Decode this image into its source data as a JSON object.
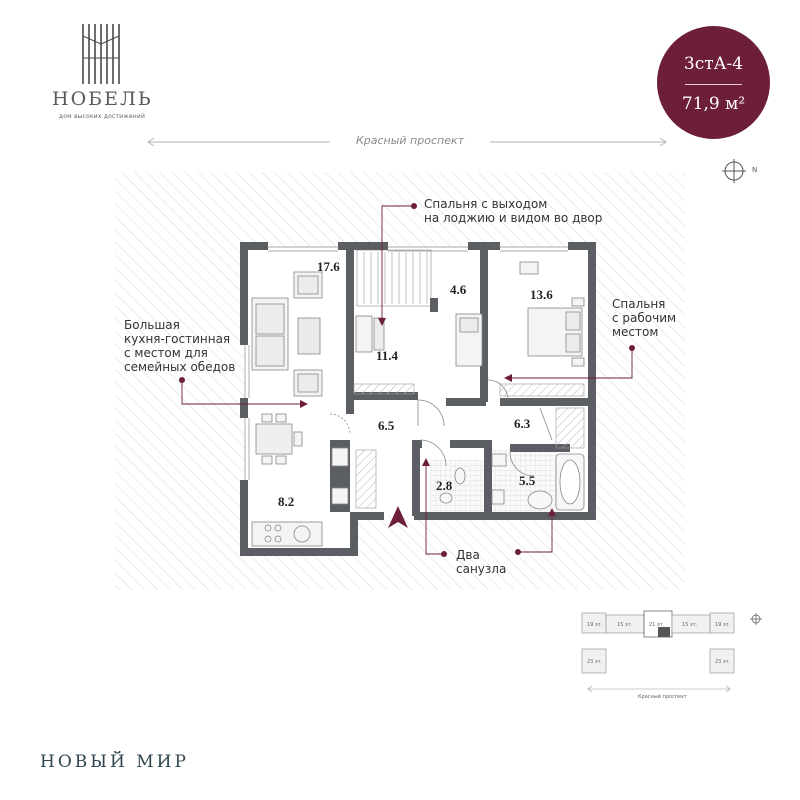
{
  "brand": {
    "name": "НОБЕЛЬ",
    "tagline": "дом высоких достижений"
  },
  "apartment": {
    "type": "3стА-4",
    "area": "71,9 м²"
  },
  "street": "Красный проспект",
  "compass_label": "N",
  "rooms": [
    {
      "id": "living",
      "area": "17.6"
    },
    {
      "id": "balcony",
      "area": "4.6"
    },
    {
      "id": "bedroom-center",
      "area": "11.4"
    },
    {
      "id": "bedroom-right",
      "area": "13.6"
    },
    {
      "id": "hall",
      "area": "6.5"
    },
    {
      "id": "corridor",
      "area": "6.3"
    },
    {
      "id": "wc",
      "area": "2.8"
    },
    {
      "id": "bathroom",
      "area": "5.5"
    },
    {
      "id": "kitchen",
      "area": "8.2"
    }
  ],
  "callouts": {
    "bedroom_loggia": [
      "Спальня с выходом",
      "на лоджию и видом во двор"
    ],
    "bedroom_work": [
      "Спальня",
      "с рабочим",
      "местом"
    ],
    "living_room": [
      "Большая",
      "кухня-гостинная",
      "с местом для",
      "семейных обедов"
    ],
    "bathrooms": [
      "Два",
      "санузла"
    ]
  },
  "keyplan": {
    "street": "Красный проспект",
    "floors": [
      "19 эт.",
      "15 эт.",
      "21 эт.",
      "15 эт.",
      "19 эт.",
      "23 эт.",
      "23 эт."
    ]
  },
  "project_title": "НОВЫЙ МИР",
  "colors": {
    "accent": "#6e1f38",
    "wall": "#5b5e63",
    "text_dark": "#2f4650"
  }
}
